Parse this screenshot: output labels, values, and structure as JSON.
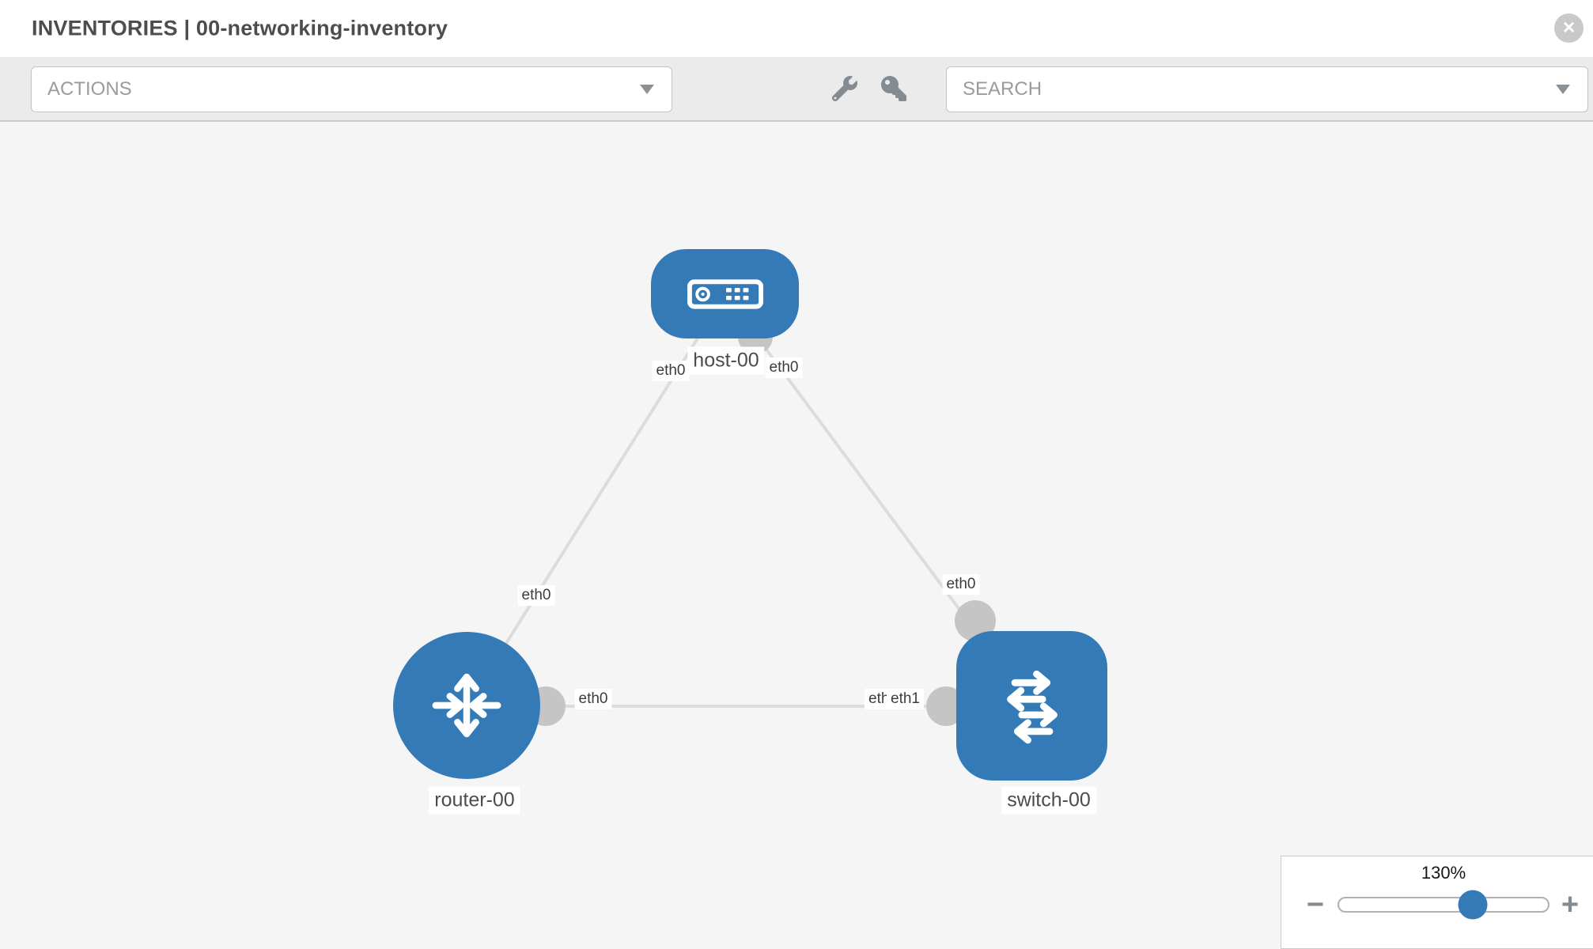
{
  "header": {
    "title": "INVENTORIES | 00-networking-inventory",
    "close_icon": "times-circle-icon"
  },
  "toolbar": {
    "actions": {
      "label": "ACTIONS"
    },
    "search": {
      "label": "SEARCH"
    },
    "tools": [
      {
        "icon": "wrench-icon"
      },
      {
        "icon": "key-icon"
      }
    ]
  },
  "diagram": {
    "nodes": [
      {
        "label": "host-00",
        "type": "host",
        "icon": "host-device-icon"
      },
      {
        "label": "router-00",
        "type": "router",
        "icon": "router-arrows-icon"
      },
      {
        "label": "switch-00",
        "type": "switch",
        "icon": "switch-arrows-icon"
      }
    ],
    "links": [
      {
        "source": "host-00",
        "source_interface": "eth0",
        "target": "router-00",
        "target_interface": "eth0"
      },
      {
        "source": "host-00",
        "source_interface": "eth0",
        "target": "switch-00",
        "target_interface": "eth0"
      },
      {
        "source": "router-00",
        "source_interface": "eth0",
        "target": "switch-00",
        "target_interface": "eth1",
        "target_interface_overlapped": "eth0"
      }
    ]
  },
  "zoom_control": {
    "level": "130%",
    "minus_label": "−",
    "plus_label": "+",
    "slider_percent": 64
  },
  "colors": {
    "node_blue": "#337ab7",
    "link_gray": "#dcdcdc",
    "endpoint_gray": "#c5c5c5",
    "canvas_bg": "#f5f5f5",
    "toolbar_bg": "#ebebeb"
  }
}
